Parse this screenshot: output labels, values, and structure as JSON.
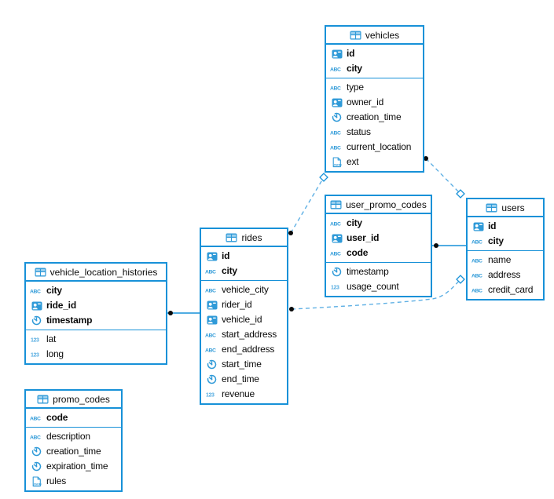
{
  "diagram": {
    "title": "database-er-diagram",
    "colors": {
      "accent": "#1791d8",
      "dashed_relation": "#5fb0e4",
      "icon_blue": "#2f9ad8",
      "endpoint_dot": "#0a0a0a",
      "background": "#ffffff"
    },
    "icon_names": {
      "ref": "id-badge-icon",
      "abc": "text-type-icon",
      "num": "number-type-icon",
      "clock": "timestamp-type-icon",
      "json": "json-type-icon"
    },
    "tables": [
      {
        "id": "vehicles",
        "title": "vehicles",
        "key_columns": [
          {
            "name": "id",
            "icon": "ref"
          },
          {
            "name": "city",
            "icon": "abc"
          }
        ],
        "columns": [
          {
            "name": "type",
            "icon": "abc"
          },
          {
            "name": "owner_id",
            "icon": "ref"
          },
          {
            "name": "creation_time",
            "icon": "clock"
          },
          {
            "name": "status",
            "icon": "abc"
          },
          {
            "name": "current_location",
            "icon": "abc"
          },
          {
            "name": "ext",
            "icon": "json"
          }
        ]
      },
      {
        "id": "user_promo_codes",
        "title": "user_promo_codes",
        "key_columns": [
          {
            "name": "city",
            "icon": "abc"
          },
          {
            "name": "user_id",
            "icon": "ref"
          },
          {
            "name": "code",
            "icon": "abc"
          }
        ],
        "columns": [
          {
            "name": "timestamp",
            "icon": "clock"
          },
          {
            "name": "usage_count",
            "icon": "num"
          }
        ]
      },
      {
        "id": "users",
        "title": "users",
        "key_columns": [
          {
            "name": "id",
            "icon": "ref"
          },
          {
            "name": "city",
            "icon": "abc"
          }
        ],
        "columns": [
          {
            "name": "name",
            "icon": "abc"
          },
          {
            "name": "address",
            "icon": "abc"
          },
          {
            "name": "credit_card",
            "icon": "abc"
          }
        ]
      },
      {
        "id": "rides",
        "title": "rides",
        "key_columns": [
          {
            "name": "id",
            "icon": "ref"
          },
          {
            "name": "city",
            "icon": "abc"
          }
        ],
        "columns": [
          {
            "name": "vehicle_city",
            "icon": "abc"
          },
          {
            "name": "rider_id",
            "icon": "ref"
          },
          {
            "name": "vehicle_id",
            "icon": "ref"
          },
          {
            "name": "start_address",
            "icon": "abc"
          },
          {
            "name": "end_address",
            "icon": "abc"
          },
          {
            "name": "start_time",
            "icon": "clock"
          },
          {
            "name": "end_time",
            "icon": "clock"
          },
          {
            "name": "revenue",
            "icon": "num"
          }
        ]
      },
      {
        "id": "vehicle_location_histories",
        "title": "vehicle_location_histories",
        "key_columns": [
          {
            "name": "city",
            "icon": "abc"
          },
          {
            "name": "ride_id",
            "icon": "ref"
          },
          {
            "name": "timestamp",
            "icon": "clock"
          }
        ],
        "columns": [
          {
            "name": "lat",
            "icon": "num"
          },
          {
            "name": "long",
            "icon": "num"
          }
        ]
      },
      {
        "id": "promo_codes",
        "title": "promo_codes",
        "key_columns": [
          {
            "name": "code",
            "icon": "abc"
          }
        ],
        "columns": [
          {
            "name": "description",
            "icon": "abc"
          },
          {
            "name": "creation_time",
            "icon": "clock"
          },
          {
            "name": "expiration_time",
            "icon": "clock"
          },
          {
            "name": "rules",
            "icon": "json"
          }
        ]
      }
    ],
    "relations": [
      {
        "from": "rides",
        "to": "vehicles",
        "style": "dashed"
      },
      {
        "from": "vehicles",
        "to": "users",
        "style": "dashed"
      },
      {
        "from": "rides",
        "to": "users",
        "style": "dashed"
      },
      {
        "from": "vehicle_location_histories",
        "to": "rides",
        "style": "solid"
      },
      {
        "from": "user_promo_codes",
        "to": "users",
        "style": "solid"
      }
    ]
  }
}
